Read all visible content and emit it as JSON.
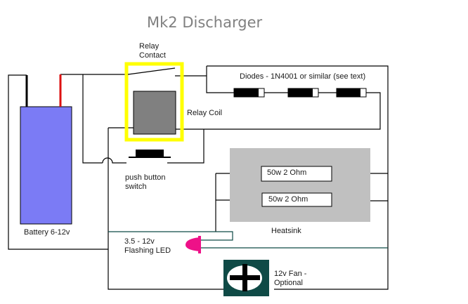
{
  "title": "Mk2 Discharger",
  "labels": {
    "relay_contact": [
      "Relay",
      "Contact"
    ],
    "relay_coil": "Relay Coil",
    "diodes": "Diodes - 1N4001 or similar (see text)",
    "push_button": [
      "push button",
      "switch"
    ],
    "resistor_1": "50w 2 Ohm",
    "resistor_2": "50w 2 Ohm",
    "heatsink": "Heatsink",
    "battery": "Battery 6-12v",
    "led": [
      "3.5 - 12v",
      "Flashing LED"
    ],
    "fan": [
      "12v Fan -",
      "Optional"
    ]
  },
  "colors": {
    "battery": "#7b7bf5",
    "battery_neg_lead": "#000000",
    "battery_pos_lead": "#dd1111",
    "relay_highlight": "#ffff00",
    "relay_coil": "#808080",
    "heatsink": "#c0c0c0",
    "led": "#ee1188",
    "fan_body": "#0f4a46",
    "wire": "#000000",
    "wire_teal": "#0f4a46",
    "title": "#808080"
  },
  "components": {
    "diode_count": 3,
    "resistor_count": 2
  }
}
